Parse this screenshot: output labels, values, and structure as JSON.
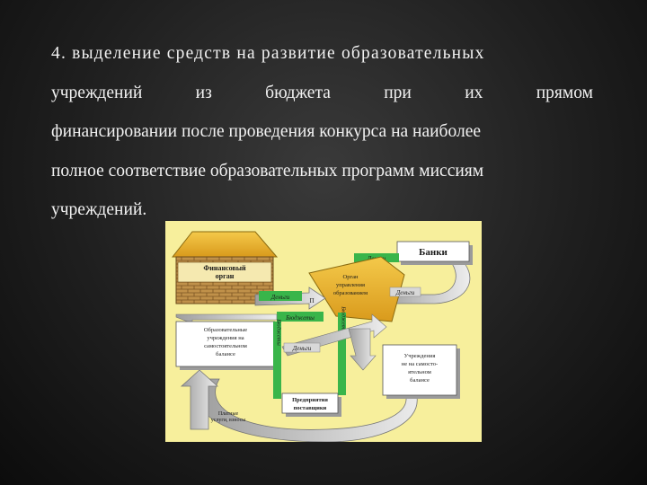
{
  "slide": {
    "line1": "4. выделение средств на развитие образовательных",
    "line2_words": [
      "учреждений",
      "из",
      "бюджета",
      "при",
      "их",
      "прямом"
    ],
    "line3": "финансировании после проведения конкурса на наиболее",
    "line4": "полное соответствие образовательных программ миссиям",
    "line5": "учреждений."
  },
  "diagram": {
    "banks": "Банки",
    "money_banks": "Деньги",
    "fin_organ_l1": "Финансовый",
    "fin_organ_l2": "орган",
    "edu_gov_l1": "Орган",
    "edu_gov_l2": "управления",
    "edu_gov_l3": "образованием",
    "money_fin": "Деньги",
    "p_mark": "П",
    "money_edu": "Деньги",
    "budget_h": "Бюджеты",
    "vert_left": "Бюджеты",
    "vert_right": "Бюджеты",
    "inst_self_l1": "Образовательные",
    "inst_self_l2": "учреждения на",
    "inst_self_l3": "самостоятельном",
    "inst_self_l4": "балансе",
    "money_mid": "Деньги",
    "inst_fin_l1": "Учреждения",
    "inst_fin_l2": "не на самосто-",
    "inst_fin_l3": "ятельном",
    "inst_fin_l4": "балансе",
    "enterprises_l1": "Предприятия",
    "enterprises_l2": "",
    "enterprises_l3": "поставщики",
    "paid_l1": "Платные",
    "paid_l2": "услуги, взносы",
    "colors": {
      "background": "#f7ef9c",
      "gold": "#e7b22e",
      "brick": "#b8893f",
      "green": "#39b54a",
      "box": "#ffffff",
      "shadow": "#9a9a9a"
    }
  }
}
